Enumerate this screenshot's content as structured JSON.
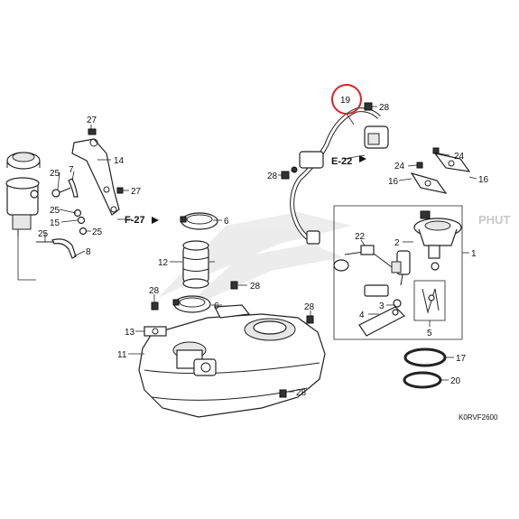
{
  "diagram": {
    "callouts": [
      {
        "id": "c27a",
        "text": "27"
      },
      {
        "id": "c14",
        "text": "14"
      },
      {
        "id": "c25a",
        "text": "25"
      },
      {
        "id": "c7",
        "text": "7"
      },
      {
        "id": "c27b",
        "text": "27"
      },
      {
        "id": "c25b",
        "text": "25"
      },
      {
        "id": "c15",
        "text": "15"
      },
      {
        "id": "c25c",
        "text": "25"
      },
      {
        "id": "c25d",
        "text": "25"
      },
      {
        "id": "c8",
        "text": "8"
      },
      {
        "id": "c6a",
        "text": "6"
      },
      {
        "id": "c12",
        "text": "12"
      },
      {
        "id": "c28a",
        "text": "28"
      },
      {
        "id": "c28b",
        "text": "28"
      },
      {
        "id": "c6b",
        "text": "6"
      },
      {
        "id": "c13",
        "text": "13"
      },
      {
        "id": "c11",
        "text": "11"
      },
      {
        "id": "c28c",
        "text": "28"
      },
      {
        "id": "c28d",
        "text": "28"
      },
      {
        "id": "c19",
        "text": "19"
      },
      {
        "id": "c28e",
        "text": "28"
      },
      {
        "id": "c28f",
        "text": "28"
      },
      {
        "id": "c24a",
        "text": "24"
      },
      {
        "id": "c24b",
        "text": "24"
      },
      {
        "id": "c16a",
        "text": "16"
      },
      {
        "id": "c16b",
        "text": "16"
      },
      {
        "id": "c22",
        "text": "22"
      },
      {
        "id": "c2",
        "text": "2"
      },
      {
        "id": "c1",
        "text": "1"
      },
      {
        "id": "c3",
        "text": "3"
      },
      {
        "id": "c4",
        "text": "4"
      },
      {
        "id": "c5",
        "text": "5"
      },
      {
        "id": "c17",
        "text": "17"
      },
      {
        "id": "c20",
        "text": "20"
      }
    ],
    "references": [
      {
        "id": "f27",
        "text": "F-27"
      },
      {
        "id": "e22",
        "text": "E-22"
      }
    ],
    "watermark": "PHUT",
    "drawing_code": "K0RVF2600",
    "highlight": {
      "callout": "19",
      "color": "#e0202a"
    }
  }
}
